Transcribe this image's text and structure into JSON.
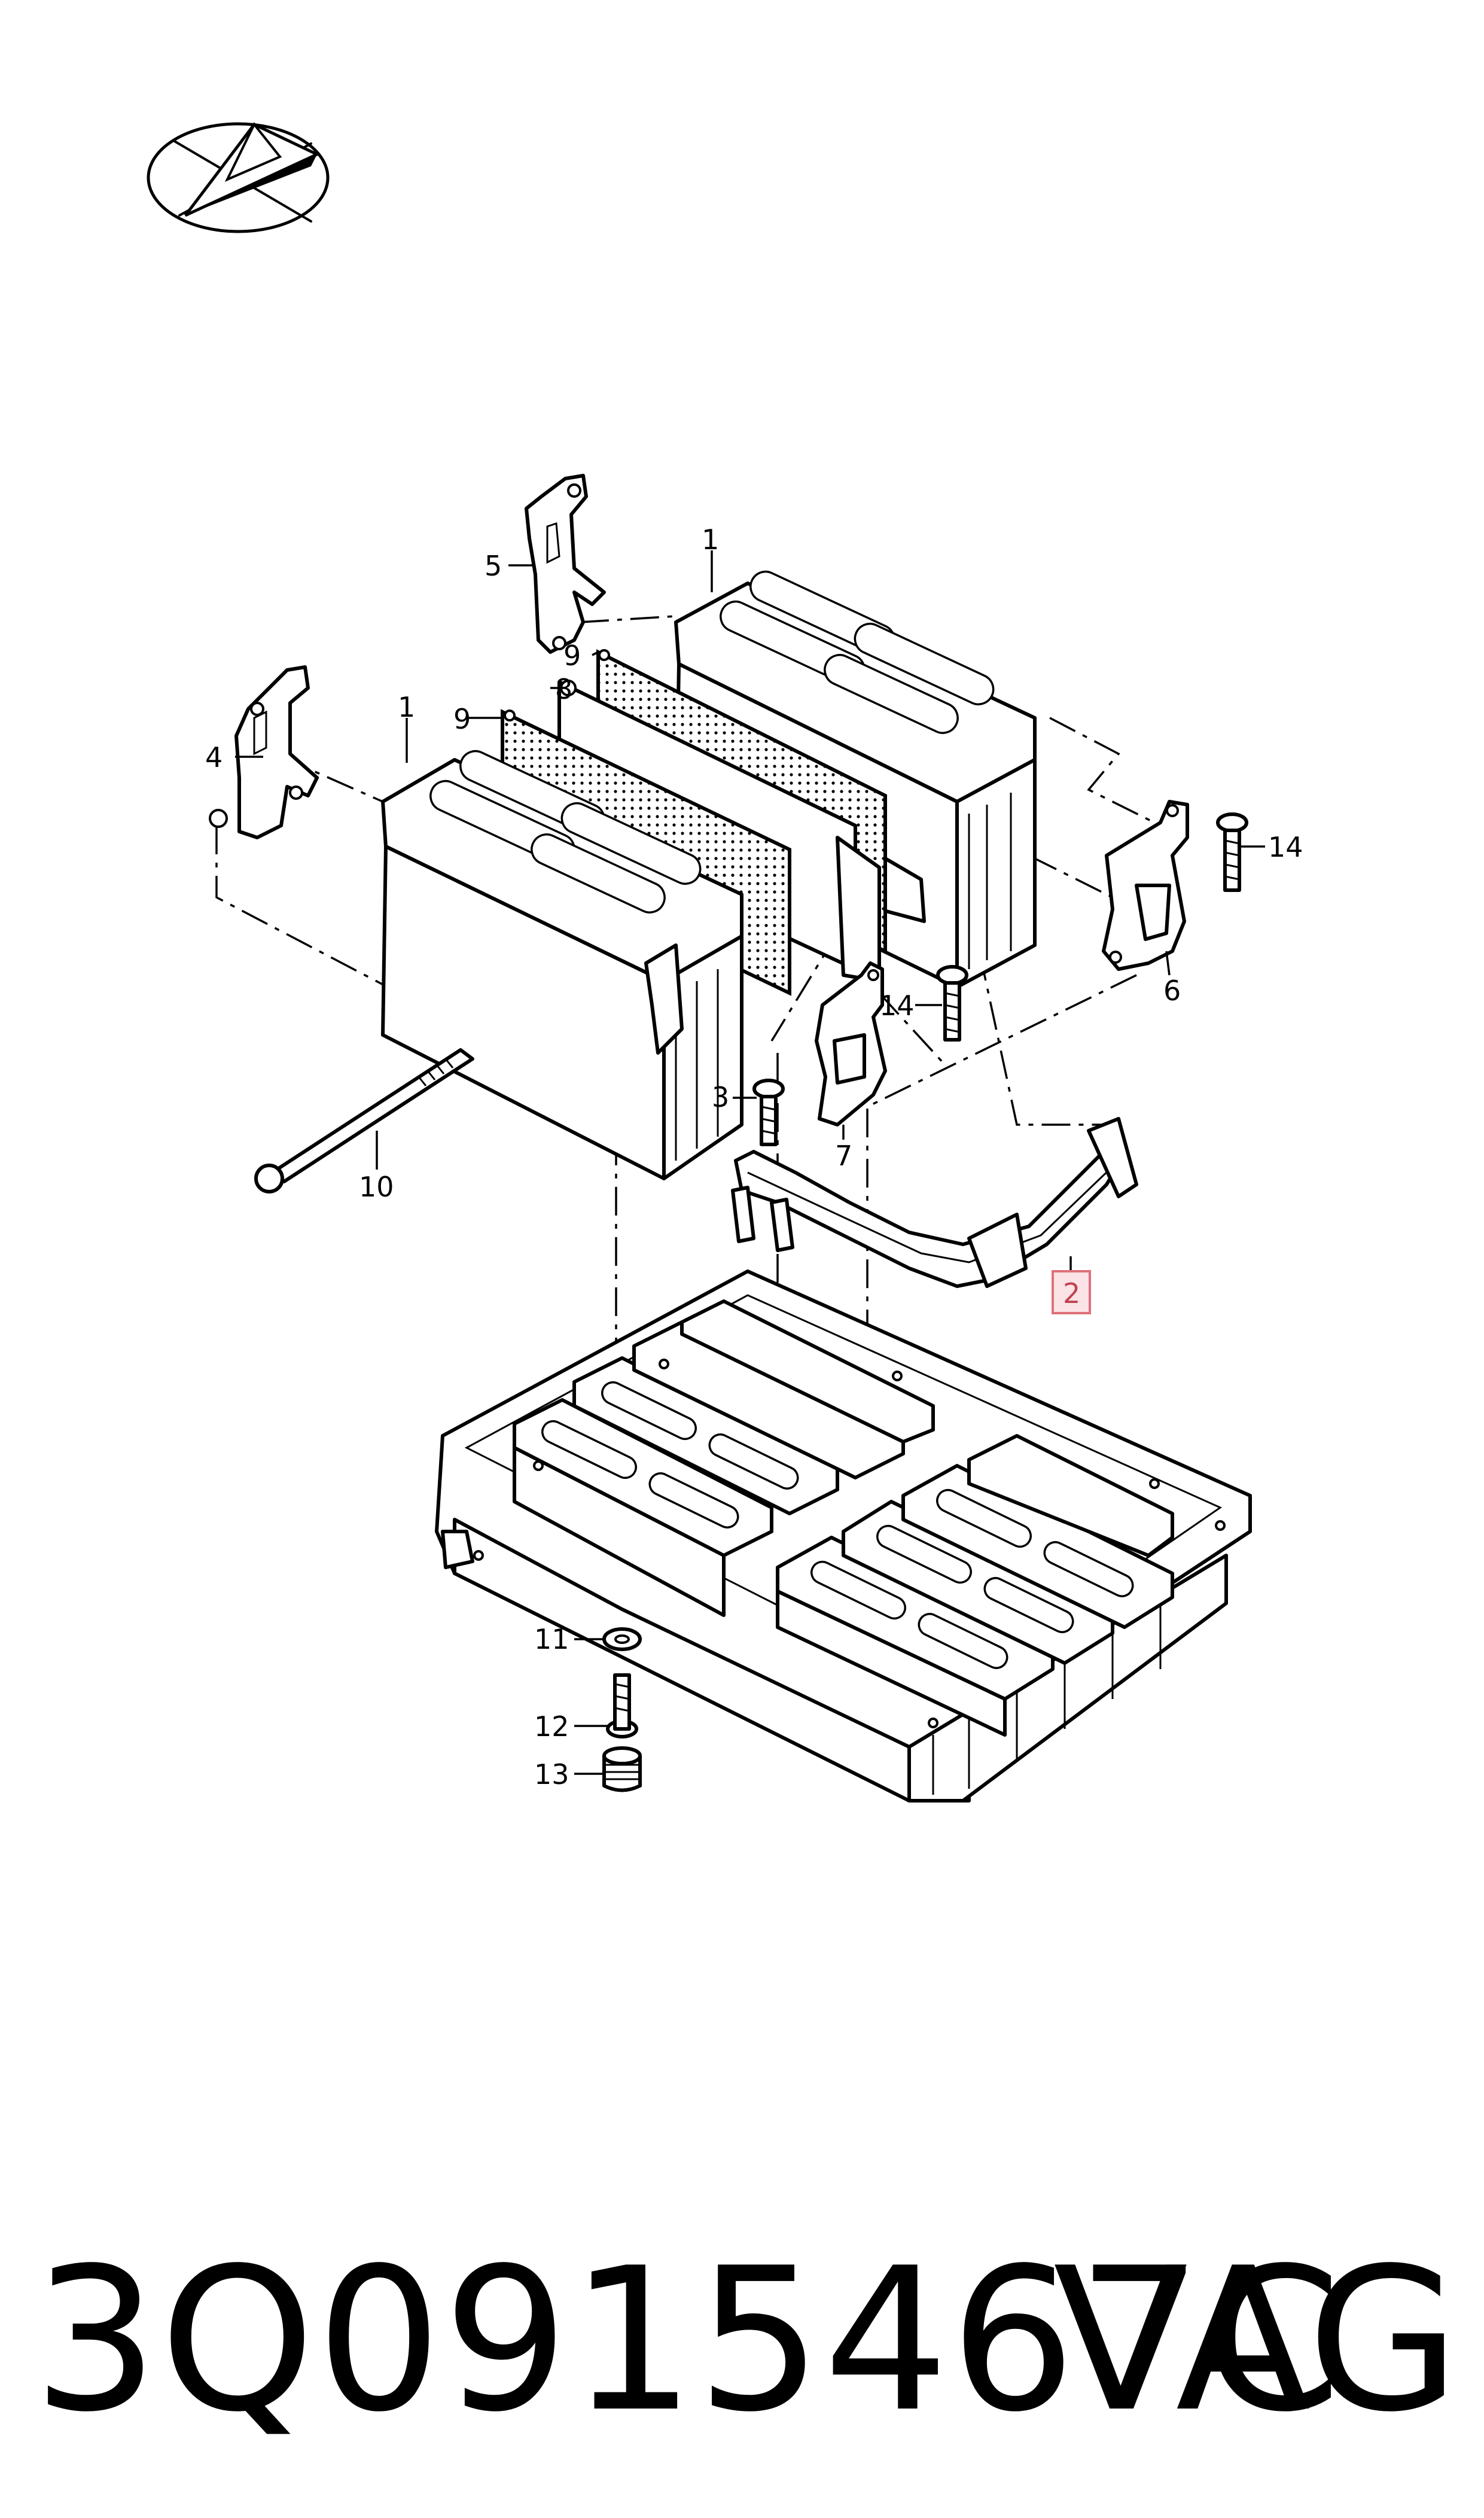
{
  "callouts": {
    "c1a": "1",
    "c1b": "1",
    "c2": "2",
    "c3": "3",
    "c4": "4",
    "c5": "5",
    "c6": "6",
    "c7": "7",
    "c8": "8",
    "c9a": "9",
    "c9b": "9",
    "c10": "10",
    "c11": "11",
    "c12": "12",
    "c13": "13",
    "c14a": "14",
    "c14b": "14"
  },
  "highlight_color": "#e0707a",
  "footer": {
    "part_number": "3Q0915467C",
    "brand": "VAG"
  }
}
